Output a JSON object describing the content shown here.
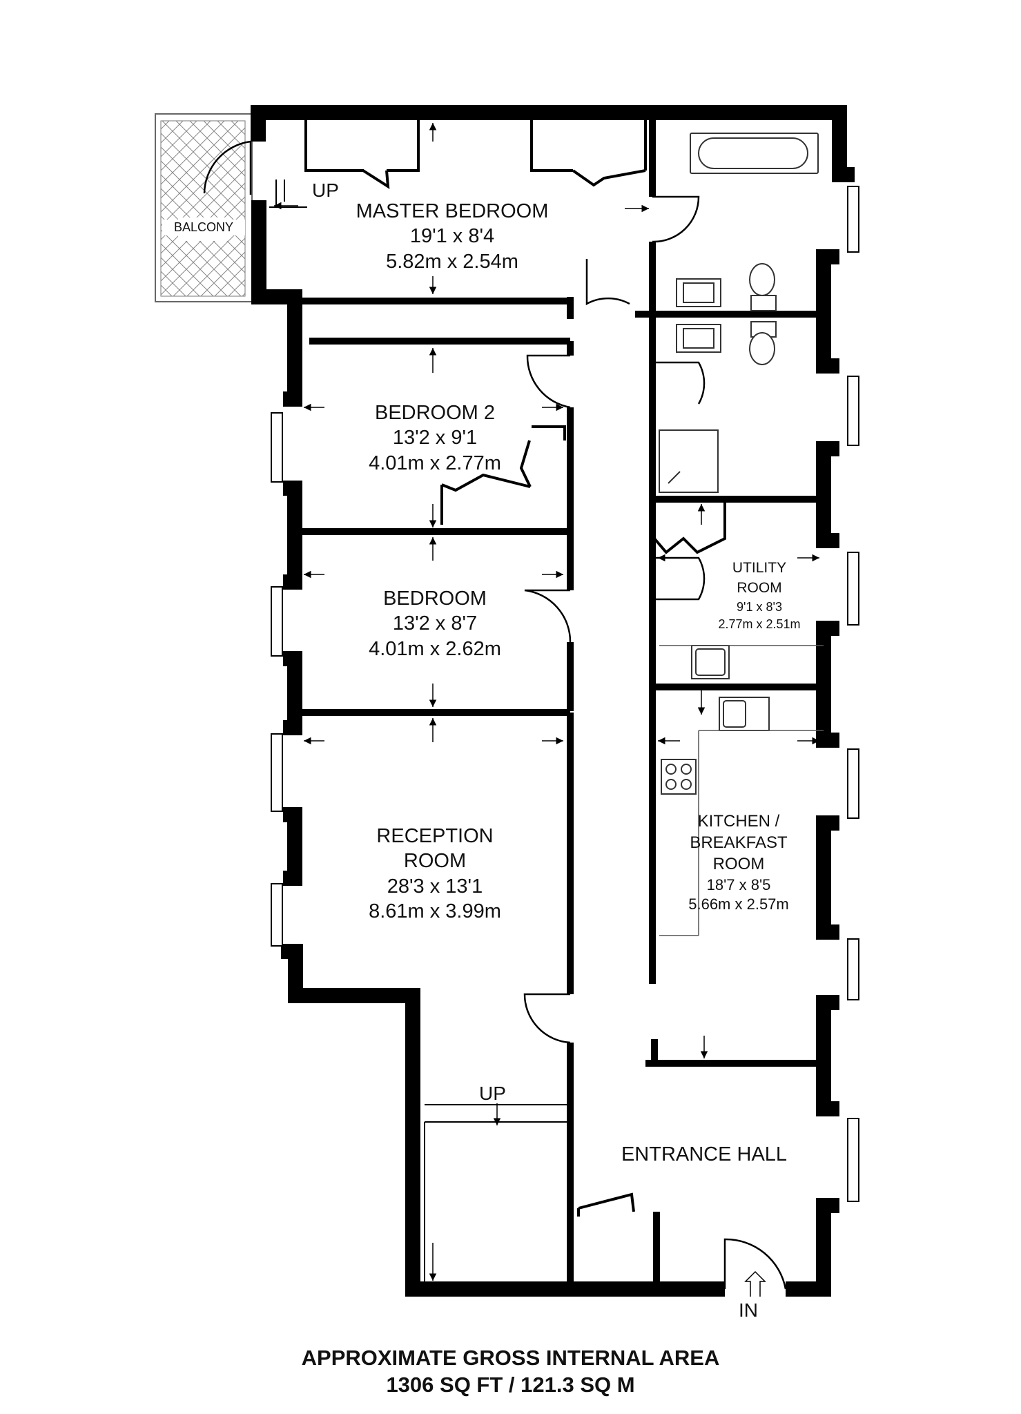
{
  "rooms": {
    "master_bedroom": {
      "name": "MASTER BEDROOM",
      "imperial": "19'1 x 8'4",
      "metric": "5.82m x 2.54m"
    },
    "bedroom2": {
      "name": "BEDROOM 2",
      "imperial": "13'2 x 9'1",
      "metric": "4.01m x 2.77m"
    },
    "bedroom": {
      "name": "BEDROOM",
      "imperial": "13'2 x 8'7",
      "metric": "4.01m x 2.62m"
    },
    "reception": {
      "name_line1": "RECEPTION",
      "name_line2": "ROOM",
      "imperial": "28'3 x 13'1",
      "metric": "8.61m x 3.99m"
    },
    "utility": {
      "name_line1": "UTILITY",
      "name_line2": "ROOM",
      "imperial": "9'1 x 8'3",
      "metric": "2.77m x 2.51m"
    },
    "kitchen": {
      "name_line1": "KITCHEN /",
      "name_line2": "BREAKFAST",
      "name_line3": "ROOM",
      "imperial": "18'7 x 8'5",
      "metric": "5.66m x 2.57m"
    },
    "entrance": {
      "name": "ENTRANCE HALL"
    },
    "balcony": {
      "name": "BALCONY"
    }
  },
  "markers": {
    "up_top": "UP",
    "up_stairs": "UP",
    "entrance_in": "IN"
  },
  "footer": {
    "line1": "APPROXIMATE GROSS INTERNAL AREA",
    "line2": "1306 SQ FT / 121.3 SQ M"
  },
  "colors": {
    "wall": "#000000",
    "fixture": "#333333",
    "background": "#ffffff"
  }
}
